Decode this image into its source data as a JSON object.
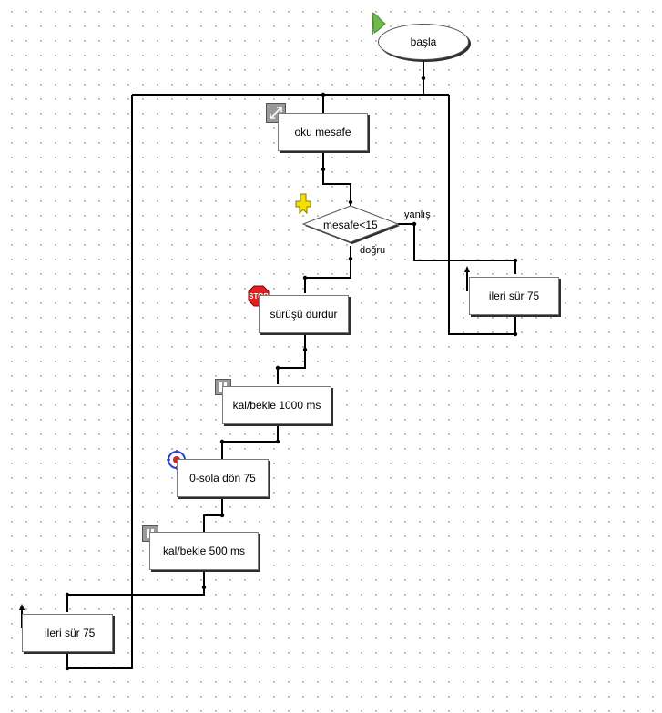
{
  "diagram": {
    "start_label": "başla",
    "read_block": "oku mesafe",
    "decision": "mesafe<15",
    "branch_true": "doğru",
    "branch_false": "yanlış",
    "stop_block": "sürüşü durdur",
    "stop_icon_text": "STOP",
    "wait_block_1": "kal/bekle 1000 ms",
    "turn_block": "0-sola dön 75",
    "wait_block_2": "kal/bekle 500 ms",
    "forward_block_right": "ileri sür 75",
    "forward_block_left": "ileri sür 75"
  },
  "icons": {
    "start": "green-flag-icon",
    "read": "distance-sensor-icon",
    "decision": "branch-arrows-icon",
    "stop": "stop-sign-icon",
    "wait": "pause-icon",
    "turn": "target-icon"
  },
  "colors": {
    "line": "#000000",
    "block_border": "#7a7a7a",
    "shadow": "#2e2e2e",
    "flag": "#6dbb4a",
    "stop": "#e02020",
    "decision_icon": "#f5e000",
    "target": "#2a40d0"
  }
}
